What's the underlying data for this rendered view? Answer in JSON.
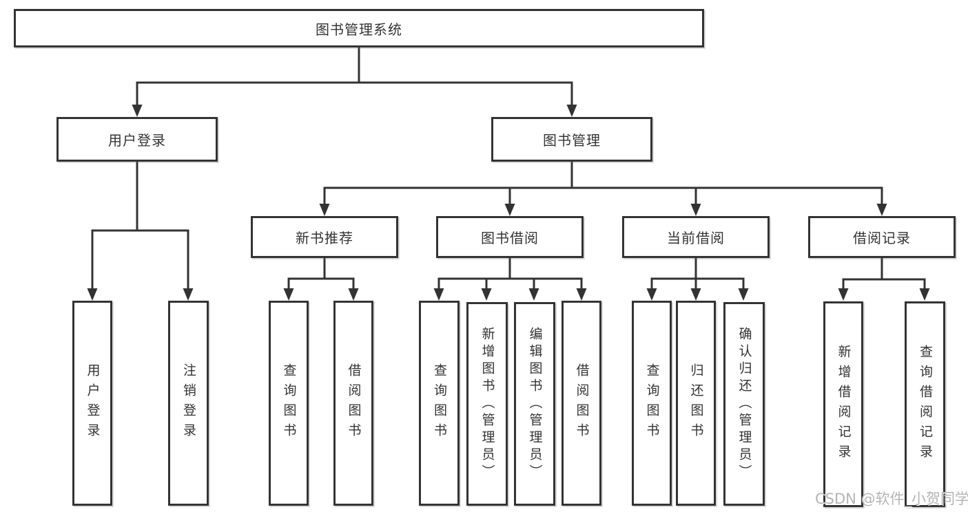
{
  "diagram": {
    "watermark": "CSDN @软件_小贺同学",
    "colors": {
      "line": "#333333",
      "text": "#333333",
      "box_background": "#ffffff",
      "watermark_text": "#b4b4b4"
    },
    "tree": {
      "label": "图书管理系统",
      "children": [
        {
          "label": "用户登录",
          "children": [
            {
              "label": "用户登录"
            },
            {
              "label": "注销登录"
            }
          ]
        },
        {
          "label": "图书管理",
          "children": [
            {
              "label": "新书推荐",
              "children": [
                {
                  "label": "查询图书"
                },
                {
                  "label": "借阅图书"
                }
              ]
            },
            {
              "label": "图书借阅",
              "children": [
                {
                  "label": "查询图书"
                },
                {
                  "label": "新增图书（管理员）"
                },
                {
                  "label": "编辑图书（管理员）"
                },
                {
                  "label": "借阅图书"
                }
              ]
            },
            {
              "label": "当前借阅",
              "children": [
                {
                  "label": "查询图书"
                },
                {
                  "label": "归还图书"
                },
                {
                  "label": "确认归还（管理员）"
                }
              ]
            },
            {
              "label": "借阅记录",
              "children": [
                {
                  "label": "新增借阅记录"
                },
                {
                  "label": "查询借阅记录"
                }
              ]
            }
          ]
        }
      ]
    }
  }
}
